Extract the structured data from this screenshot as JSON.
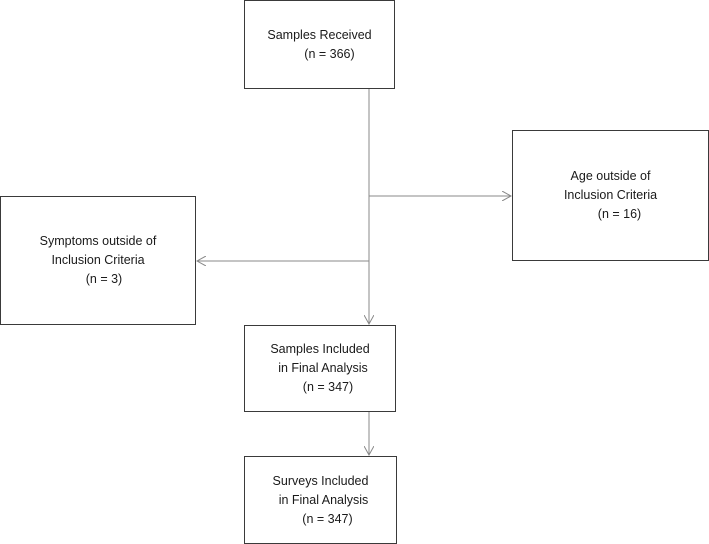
{
  "flowchart": {
    "samples_received": {
      "line1": "Samples Received",
      "line2": "(n = 366)"
    },
    "age_excluded": {
      "line1": "Age outside of",
      "line2": "Inclusion Criteria",
      "line3": "(n = 16)"
    },
    "symptoms_excluded": {
      "line1": "Symptoms outside of",
      "line2": "Inclusion Criteria",
      "line3": "(n = 3)"
    },
    "samples_included": {
      "line1": "Samples Included",
      "line2": "in Final Analysis",
      "line3": "(n = 347)"
    },
    "surveys_included": {
      "line1": "Surveys Included",
      "line2": "in Final Analysis",
      "line3": "(n = 347)"
    }
  },
  "colors": {
    "line": "#888888",
    "border": "#3a3a3a"
  }
}
